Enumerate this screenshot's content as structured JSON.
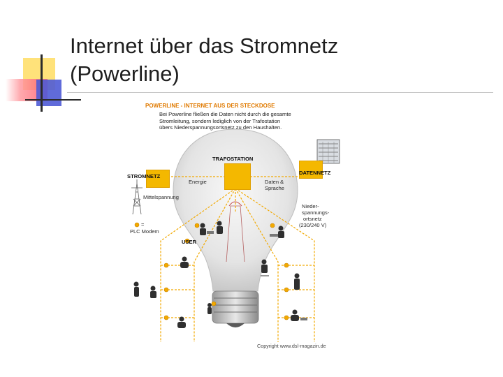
{
  "slide": {
    "title_line1": "Internet über das Stromnetz",
    "title_line2": "(Powerline)"
  },
  "figure": {
    "header": "POWERLINE - INTERNET AUS DER STECKDOSE",
    "intro": [
      "Bei Powerline fließen die Daten nicht durch die gesamte",
      "Stromleitung, sondern lediglich von der Trafostation",
      "übers Niederspannungsortsnetz zu den Haushalten."
    ],
    "labels": {
      "trafostation": "TRAFOSTATION",
      "stromnetz": "STROMNETZ",
      "datennetz": "DATENNETZ",
      "energie": "Energie",
      "daten_line1": "Daten &",
      "daten_line2": "Sprache",
      "mittelspannung": "Mittelspannung",
      "legend_eq": "=",
      "plc_modem": "PLC Modem",
      "user": "USER",
      "nieder_1": "Nieder-",
      "nieder_2": "spannungs-",
      "nieder_3": "ortsnetz",
      "nieder_4": "(230/240 V)"
    },
    "copyright": "Copyright www.dsl-magazin.de",
    "colors": {
      "accent": "#f4b800",
      "line": "#f2a900",
      "header": "#e07a00"
    },
    "icons": [
      "lightbulb-icon",
      "pylon-icon",
      "server-icon",
      "person-icon",
      "plc-modem-icon"
    ]
  }
}
